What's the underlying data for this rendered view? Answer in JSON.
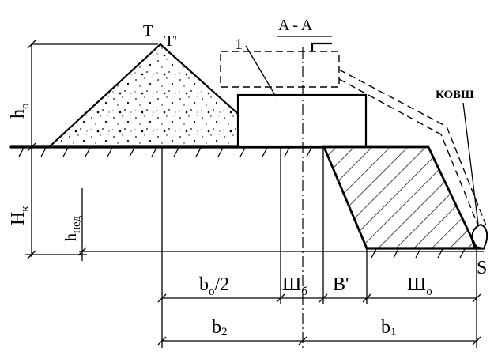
{
  "labels": {
    "t": "T",
    "t_prime": "T'",
    "section": "A - A",
    "item_1": "1",
    "bucket": "КОВШ",
    "h_o": "h",
    "h_o_sub": "o",
    "H_k": "H",
    "H_k_sub": "к",
    "h_ned": "h",
    "h_ned_sub": "нед",
    "b_o_half": "b",
    "b_o_half_sub": "o",
    "b_o_half_suffix": "/2",
    "sh_b": "Ш",
    "sh_b_sub": "б",
    "b_prime": "B'",
    "sh_o": "Ш",
    "sh_o_sub": "o",
    "s": "S",
    "b2": "b",
    "b2_sub": "2",
    "b1": "b",
    "b1_sub": "1"
  }
}
